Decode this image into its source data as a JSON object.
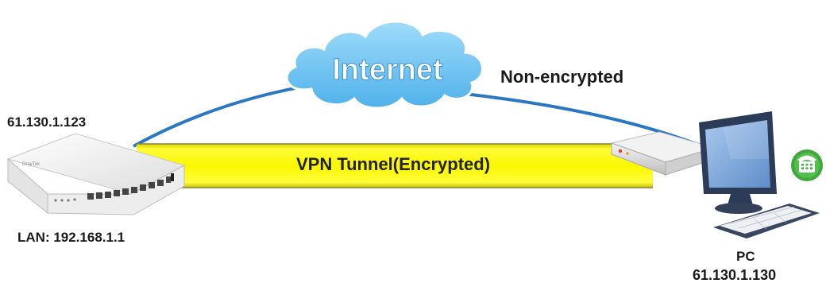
{
  "diagram": {
    "cloud_label": "Internet",
    "non_encrypted_label": "Non-encrypted",
    "tunnel_label": "VPN Tunnel(Encrypted)",
    "router": {
      "wan_ip": "61.130.1.123",
      "lan_ip": "LAN: 192.168.1.1"
    },
    "pc": {
      "name": "PC",
      "ip": "61.130.1.130"
    }
  },
  "colors": {
    "internet_line": "#2a78c4",
    "tunnel_fill": "#f6f200",
    "tunnel_edge": "#7a7a2a",
    "cloud": "#6ec4f2",
    "monitor_frame": "#2c3b57",
    "screen": "#7da7d9",
    "phone_icon": "#3fa83a"
  },
  "icons": [
    "router-icon",
    "pc-monitor-icon",
    "keyboard-icon",
    "phone-icon",
    "cloud-icon"
  ]
}
